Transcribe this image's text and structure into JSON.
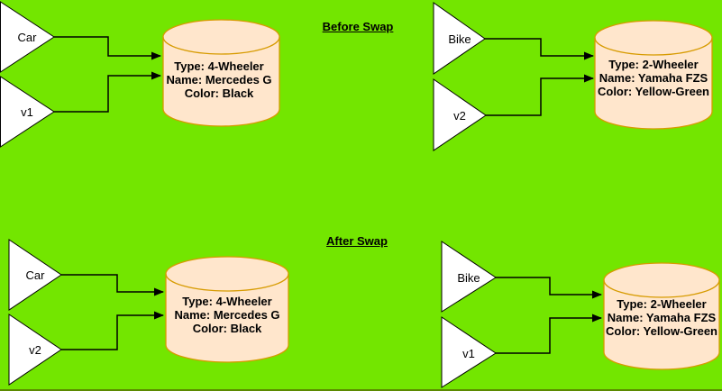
{
  "canvas": {
    "background_color": "#73E600",
    "bottom_edge_color": "#5B8A00"
  },
  "palette": {
    "cylinder_fill": "#FFE6CC",
    "cylinder_stroke": "#D79B00",
    "triangle_fill": "#FFFFFF",
    "triangle_stroke": "#000000",
    "connector_color": "#000000",
    "text_color": "#000000"
  },
  "before": {
    "title": "Before Swap",
    "car_group": {
      "refs": [
        {
          "label": "Car"
        },
        {
          "label": "v1"
        }
      ],
      "object": {
        "line1": "Type: 4-Wheeler",
        "line2": "Name: Mercedes G",
        "line3": "Color: Black"
      }
    },
    "bike_group": {
      "refs": [
        {
          "label": "Bike"
        },
        {
          "label": "v2"
        }
      ],
      "object": {
        "line1": "Type: 2-Wheeler",
        "line2": "Name: Yamaha FZS",
        "line3": "Color: Yellow-Green"
      }
    }
  },
  "after": {
    "title": "After Swap",
    "car_group": {
      "refs": [
        {
          "label": "Car"
        },
        {
          "label": "v2"
        }
      ],
      "object": {
        "line1": "Type: 4-Wheeler",
        "line2": "Name: Mercedes G",
        "line3": "Color: Black"
      }
    },
    "bike_group": {
      "refs": [
        {
          "label": "Bike"
        },
        {
          "label": "v1"
        }
      ],
      "object": {
        "line1": "Type: 2-Wheeler",
        "line2": "Name: Yamaha FZS",
        "line3": "Color: Yellow-Green"
      }
    }
  }
}
